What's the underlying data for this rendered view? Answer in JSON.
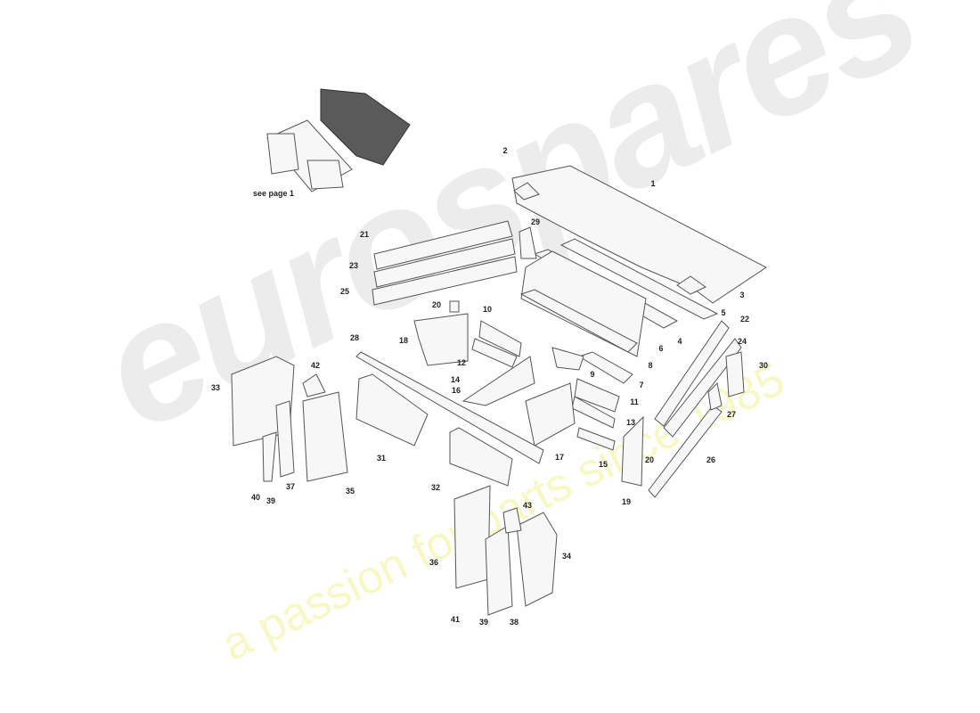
{
  "watermark": {
    "brand": "eurospares",
    "slogan": "a passion for parts since 1985"
  },
  "reference_note": "see page 1",
  "callouts": {
    "c1": "1",
    "c2": "2",
    "c3": "3",
    "c4": "4",
    "c5": "5",
    "c6": "6",
    "c7": "7",
    "c8": "8",
    "c9": "9",
    "c10": "10",
    "c11": "11",
    "c12": "12",
    "c13": "13",
    "c14": "14",
    "c15": "15",
    "c16": "16",
    "c17": "17",
    "c18": "18",
    "c19": "19",
    "c20a": "20",
    "c20b": "20",
    "c21": "21",
    "c22": "22",
    "c23": "23",
    "c24": "24",
    "c25": "25",
    "c26": "26",
    "c27": "27",
    "c28": "28",
    "c29": "29",
    "c30": "30",
    "c31": "31",
    "c32": "32",
    "c33": "33",
    "c34": "34",
    "c35": "35",
    "c36": "36",
    "c37": "37",
    "c38": "38",
    "c39a": "39",
    "c39b": "39",
    "c40": "40",
    "c41": "41",
    "c42": "42",
    "c43": "43"
  }
}
